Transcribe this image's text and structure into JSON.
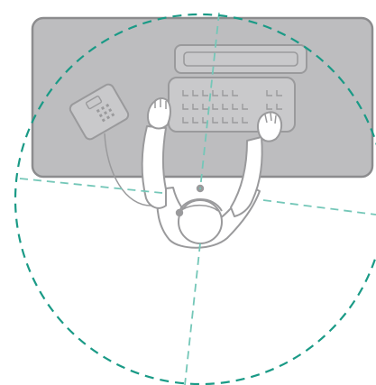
{
  "scene": {
    "icons": {
      "desk": "desk-surface",
      "keyboard": "keyboard-icon",
      "phone": "desk-phone-icon",
      "person": "seated-person-topdown-icon",
      "reach_zone": "reach-zone-circle",
      "quadrant_lines": "quadrant-divider-lines"
    },
    "colors": {
      "background": "#ffffff",
      "desk_fill": "#bdbdbf",
      "desk_stroke": "#8c8c8e",
      "device_fill": "#c9c9cb",
      "device_stroke": "#9a9a9c",
      "key_stroke": "#9a9a9c",
      "person_fill": "#ffffff",
      "person_stroke": "#9a9a9c",
      "reach_circle": "#1a9a86",
      "divider_lines": "#74c7b8"
    }
  }
}
